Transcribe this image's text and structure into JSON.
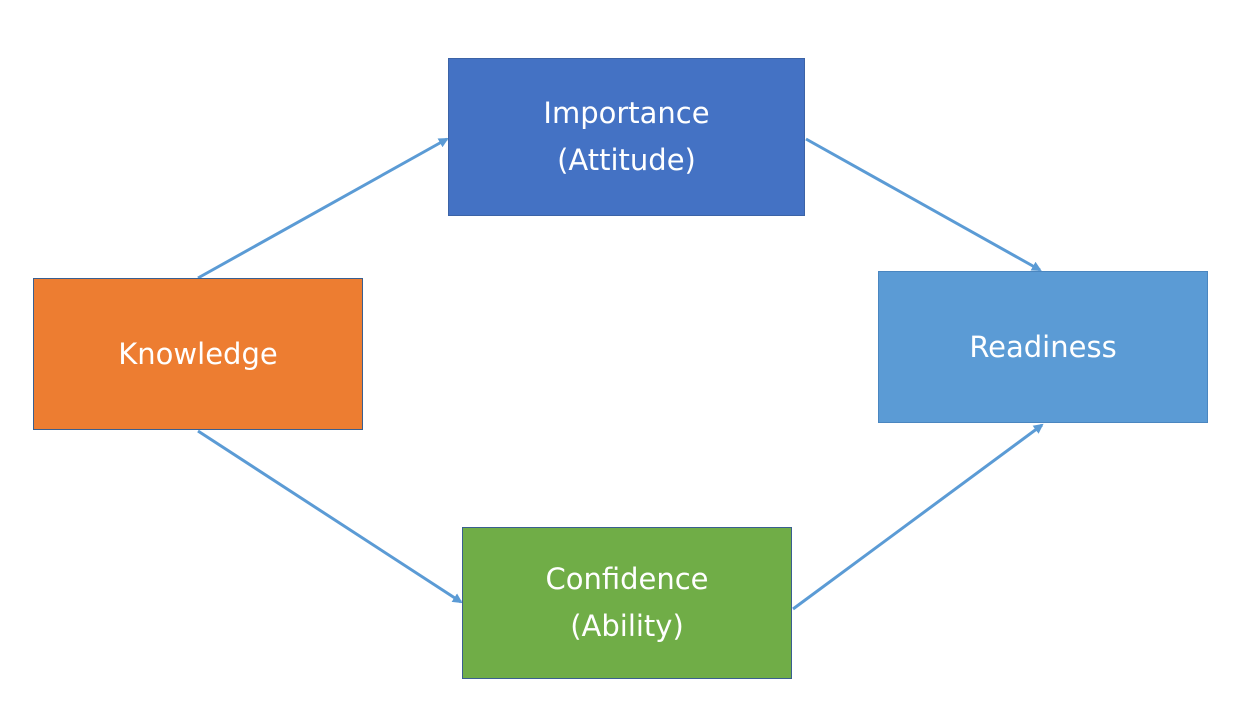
{
  "colors": {
    "knowledge": "#ED7D31",
    "importance": "#4472C4",
    "readiness": "#5B9BD5",
    "confidence": "#70AD47",
    "arrow": "#5B9BD5"
  },
  "nodes": {
    "knowledge": {
      "label": "Knowledge"
    },
    "importance": {
      "line1": "Importance",
      "line2": "(Attitude)"
    },
    "readiness": {
      "label": "Readiness"
    },
    "confidence": {
      "line1": "Confidence",
      "line2": "(Ability)"
    }
  },
  "edges": [
    {
      "from": "Knowledge",
      "to": "Importance"
    },
    {
      "from": "Knowledge",
      "to": "Confidence"
    },
    {
      "from": "Importance",
      "to": "Readiness"
    },
    {
      "from": "Confidence",
      "to": "Readiness"
    }
  ]
}
